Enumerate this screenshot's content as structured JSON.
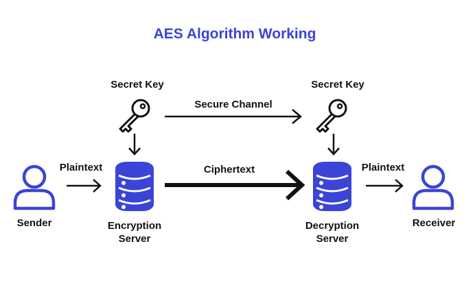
{
  "title": "AES Algorithm Working",
  "colors": {
    "accent": "#3b44d6",
    "ink": "#111111",
    "background": "#ffffff"
  },
  "nodes": {
    "sender": {
      "label": "Sender",
      "icon": "user-icon"
    },
    "encryption_server": {
      "label_line1": "Encryption",
      "label_line2": "Server",
      "icon": "database-icon"
    },
    "decryption_server": {
      "label_line1": "Decryption",
      "label_line2": "Server",
      "icon": "database-icon"
    },
    "receiver": {
      "label": "Receiver",
      "icon": "user-icon"
    },
    "secret_key_left": {
      "label": "Secret Key",
      "icon": "key-icon"
    },
    "secret_key_right": {
      "label": "Secret Key",
      "icon": "key-icon"
    }
  },
  "edges": {
    "plaintext_in": "Plaintext",
    "secure_channel": "Secure Channel",
    "ciphertext": "Ciphertext",
    "plaintext_out": "Plaintext"
  }
}
